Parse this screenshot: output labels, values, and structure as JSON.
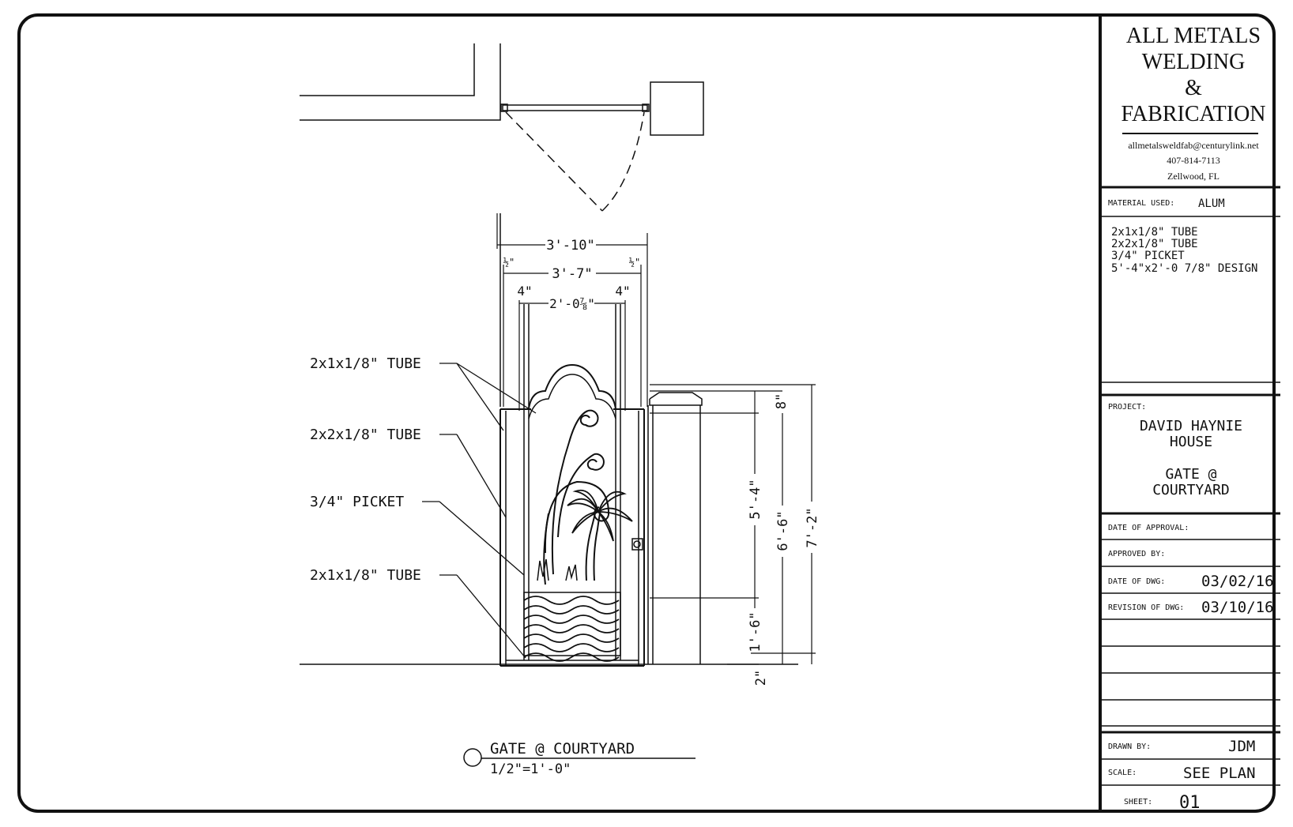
{
  "company": {
    "line1": "ALL METALS",
    "line2": "WELDING",
    "line3": "&",
    "line4": "FABRICATION",
    "email": "allmetalsweldfab@centurylink.net",
    "phone": "407-814-7113",
    "location": "Zellwood, FL"
  },
  "material": {
    "label": "MATERIAL USED:",
    "value": "ALUM",
    "items": [
      "2x1x1/8\" TUBE",
      "2x2x1/8\" TUBE",
      "3/4\" PICKET",
      "5'-4\"x2'-0 7/8\" DESIGN"
    ]
  },
  "project": {
    "label": "PROJECT:",
    "name_line1": "DAVID HAYNIE",
    "name_line2": "HOUSE",
    "desc_line1": "GATE @",
    "desc_line2": "COURTYARD"
  },
  "approval": {
    "date_of_approval_label": "DATE OF APPROVAL:",
    "approved_by_label": "APPROVED BY:",
    "date_of_dwg_label": "DATE OF DWG:",
    "date_of_dwg": "03/02/16",
    "revision_label": "REVISION OF DWG:",
    "revision": "03/10/16"
  },
  "footer": {
    "drawn_by_label": "DRAWN BY:",
    "drawn_by": "JDM",
    "scale_label": "SCALE:",
    "scale": "SEE PLAN",
    "sheet_label": "SHEET:",
    "sheet": "01"
  },
  "drawing": {
    "labels": {
      "tube_top": "2x1x1/8\" TUBE",
      "tube_2x2": "2x2x1/8\" TUBE",
      "picket": "3/4\" PICKET",
      "tube_bottom": "2x1x1/8\" TUBE"
    },
    "dims": {
      "overall_width": "3'-10\"",
      "half_left": "½\"",
      "half_right": "½\"",
      "inner_width": "3'-7\"",
      "four_left": "4\"",
      "four_right": "4\"",
      "design_width": "2'-0⅞\"",
      "h_8": "8\"",
      "h_5_4": "5'-4\"",
      "h_1_6": "1'-6\"",
      "h_2": "2\"",
      "h_6_6": "6'-6\"",
      "h_7_2": "7'-2\""
    },
    "caption_title": "GATE @ COURTYARD",
    "caption_scale": "1/2\"=1'-0\""
  }
}
